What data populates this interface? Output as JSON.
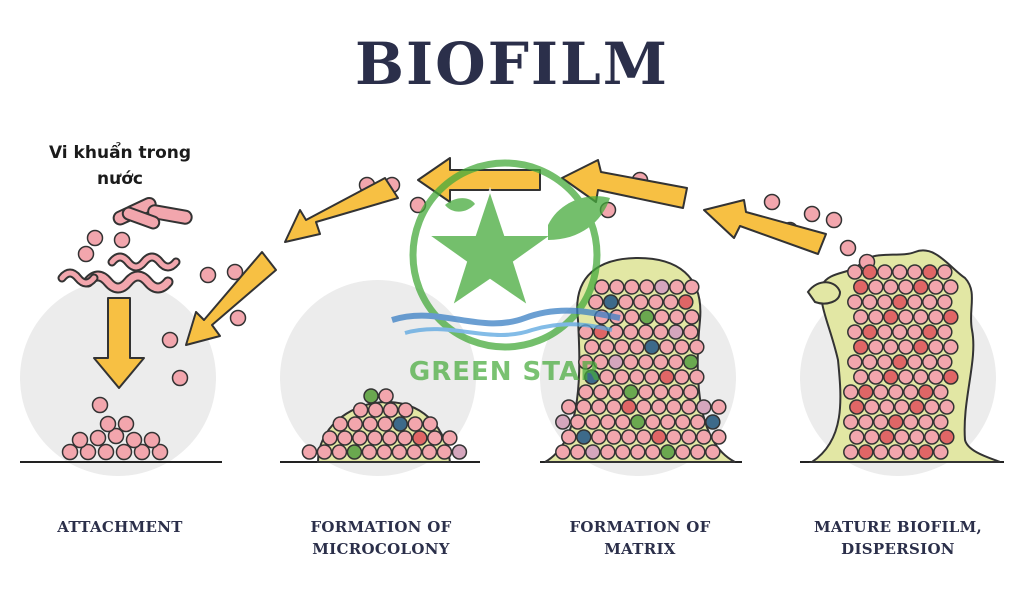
{
  "title": "BIOFILM",
  "note": "Vi khuẩn trong nước",
  "watermark": {
    "text": "GREEN STAR"
  },
  "stages": [
    {
      "label": "ATTACHMENT"
    },
    {
      "label": "FORMATION OF MICROCOLONY"
    },
    {
      "label": "FORMATION OF MATRIX"
    },
    {
      "label": "MATURE BIOFILM, DISPERSION"
    }
  ],
  "colors": {
    "title": "#2b2f4a",
    "arrow": "#f7c043",
    "cell": "#f2a6ad",
    "matrix": "#e2e7a4",
    "backdrop": "#ececec",
    "watermark": "#46aa3c"
  }
}
